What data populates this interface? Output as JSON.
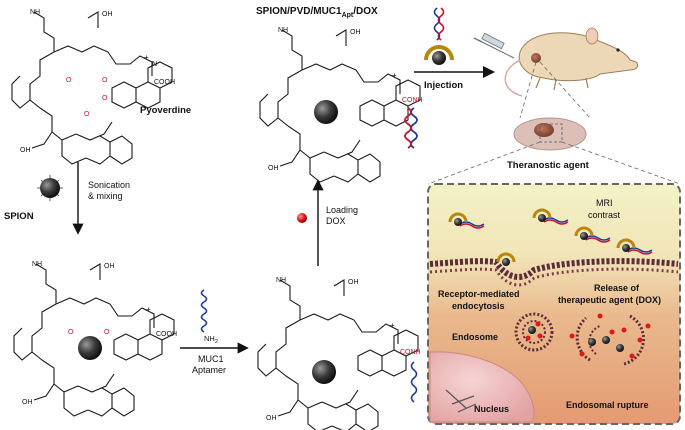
{
  "molecule": {
    "name": "Pyoverdine",
    "cooh_label": "COOH",
    "conh_label": "CONH",
    "nh2_label": "NH",
    "nh2_sub": "2",
    "plus": "+",
    "atom_n": "N",
    "atom_h": "H",
    "atom_o": "O",
    "atom_oh": "OH"
  },
  "steps": {
    "sonication": "Sonication",
    "mixing": "& mixing",
    "spion": "SPION",
    "muc1": "MUC1",
    "aptamer": "Aptamer",
    "loading": "Loading",
    "dox": "DOX",
    "injection": "Injection"
  },
  "product": {
    "label_main": "SPION/PVD/MUC1",
    "label_sub": "Apt",
    "label_tail": "/DOX"
  },
  "theranostic_agent": "Theranostic agent",
  "cell_panel": {
    "mri": "MRI",
    "contrast": "contrast",
    "receptor_line1": "Receptor-mediated",
    "receptor_line2": "endocytosis",
    "release_line1": "Release of",
    "release_line2": "therapeutic agent (DOX)",
    "endosome": "Endosome",
    "nucleus": "Nucleus",
    "rupture": "Endosomal rupture"
  },
  "colors": {
    "oxygen_red": "#c8102e",
    "dna_blue": "#1f3a93",
    "dna_red": "#c8102e",
    "gold": "#b8860b",
    "membrane": "#5a2d3a",
    "panel_border": "#666666"
  }
}
